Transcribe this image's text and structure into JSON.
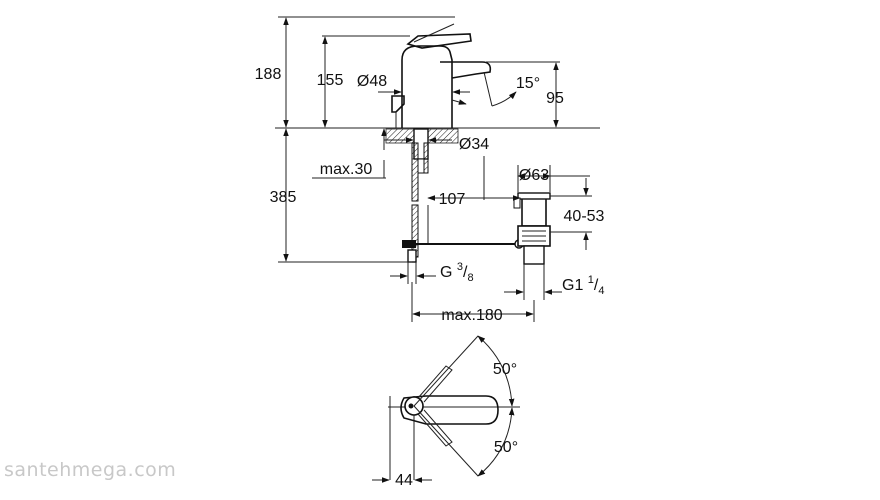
{
  "dimensions": {
    "total_height": "188",
    "spout_height": "155",
    "body_diameter": "Ø48",
    "spout_angle": "15°",
    "spout_projection": "95",
    "tail_diameter": "Ø34",
    "max_deck_thickness": "max.30",
    "below_deck": "385",
    "tail_to_waste": "107",
    "plug_diameter": "Ø63",
    "plug_range": "40-53",
    "inlet_thread_main": "G ",
    "inlet_thread_num": "3",
    "inlet_thread_den": "8",
    "waste_thread_main": "G1 ",
    "waste_thread_num": "1",
    "waste_thread_den": "4",
    "max_rod_length": "max.180",
    "lever_angle_top": "50°",
    "lever_angle_bottom": "50°",
    "lever_offset": "44"
  },
  "watermark": "santehmega.com"
}
